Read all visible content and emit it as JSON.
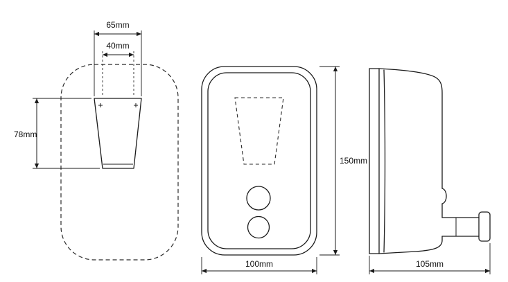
{
  "drawing": {
    "background": "#ffffff",
    "line_color": "#1a1a1a",
    "views": {
      "back_view": {
        "top_width": "65mm",
        "inner_width": "40mm",
        "bracket_height": "78mm"
      },
      "front_view": {
        "height": "150mm",
        "width": "100mm"
      },
      "side_view": {
        "depth": "105mm"
      }
    }
  }
}
